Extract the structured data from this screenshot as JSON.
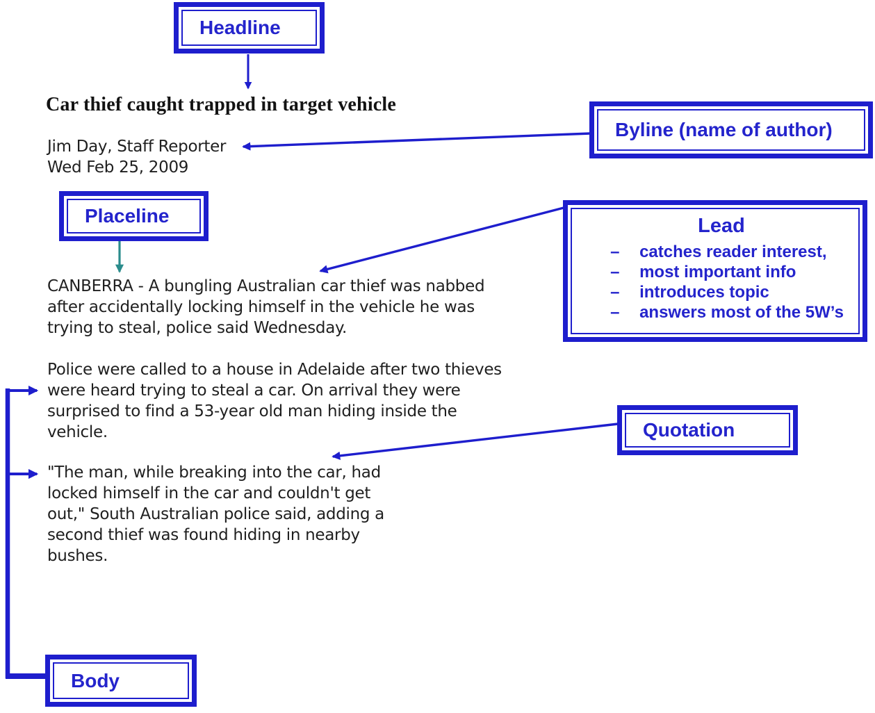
{
  "colors": {
    "line-blue": "#1e1ecd",
    "label-blue": "#2424cc",
    "teal": "#2b8c8c",
    "text-dark": "#1f1f1f"
  },
  "labels": {
    "headline": "Headline",
    "byline": "Byline (name of author)",
    "placeline": "Placeline",
    "quotation": "Quotation",
    "body": "Body"
  },
  "lead_box": {
    "title": "Lead",
    "bullet_marker": "–",
    "bullets": [
      "catches reader interest,",
      "most important info",
      "introduces topic",
      "answers most of the 5W’s"
    ]
  },
  "article": {
    "headline": "Car thief caught trapped in target vehicle",
    "byline_lines": "Jim Day, Staff Reporter\nWed Feb 25, 2009",
    "paragraphs": {
      "lead": "CANBERRA - A bungling Australian car thief was nabbed\nafter accidentally locking himself in the vehicle he was\ntrying to steal, police said Wednesday.",
      "body": "Police were called to a house in Adelaide after two thieves\nwere heard trying to steal a car. On arrival they were\nsurprised to find a 53-year old man hiding inside the\nvehicle.",
      "quotation": "\"The man, while breaking into the car, had\nlocked himself in the car and couldn't get\nout,\" South Australian police said, adding a\nsecond thief was found hiding in nearby\nbushes."
    }
  }
}
